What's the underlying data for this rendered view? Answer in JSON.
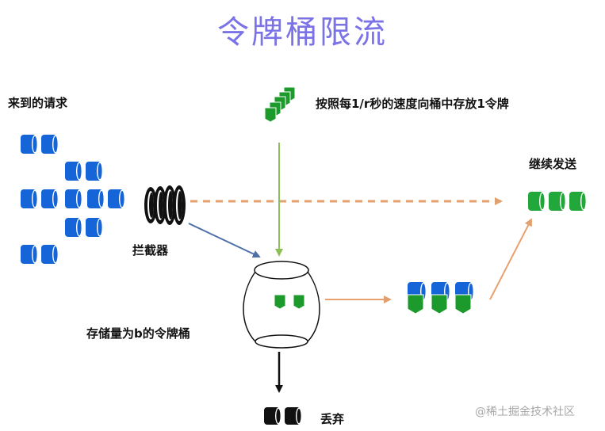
{
  "title": "令牌桶限流",
  "labels": {
    "incoming_requests": "来到的请求",
    "token_rate": "按照每1/r秒的速度向桶中存放1令牌",
    "interceptor": "拦截器",
    "bucket": "存储量为b的令牌桶",
    "continue_send": "继续发送",
    "discard": "丢弃"
  },
  "watermark": "@稀土掘金技术社区",
  "colors": {
    "title": "#7a72e6",
    "request_blue": "#1565d8",
    "token_green": "#1c9a2c",
    "continue_green": "#22a83a",
    "interceptor_black": "#111111",
    "arrow_dashed_orange": "#e0a070",
    "arrow_blue": "#4d6fa8",
    "arrow_green": "#8fbf5a",
    "arrow_orange": "#e8a070",
    "arrow_black": "#111111"
  },
  "icons": {
    "request": "blue-cylinder-icon",
    "token": "green-flag-token-icon",
    "interceptor": "black-disc-stack-icon",
    "bucket": "barrel-icon"
  }
}
